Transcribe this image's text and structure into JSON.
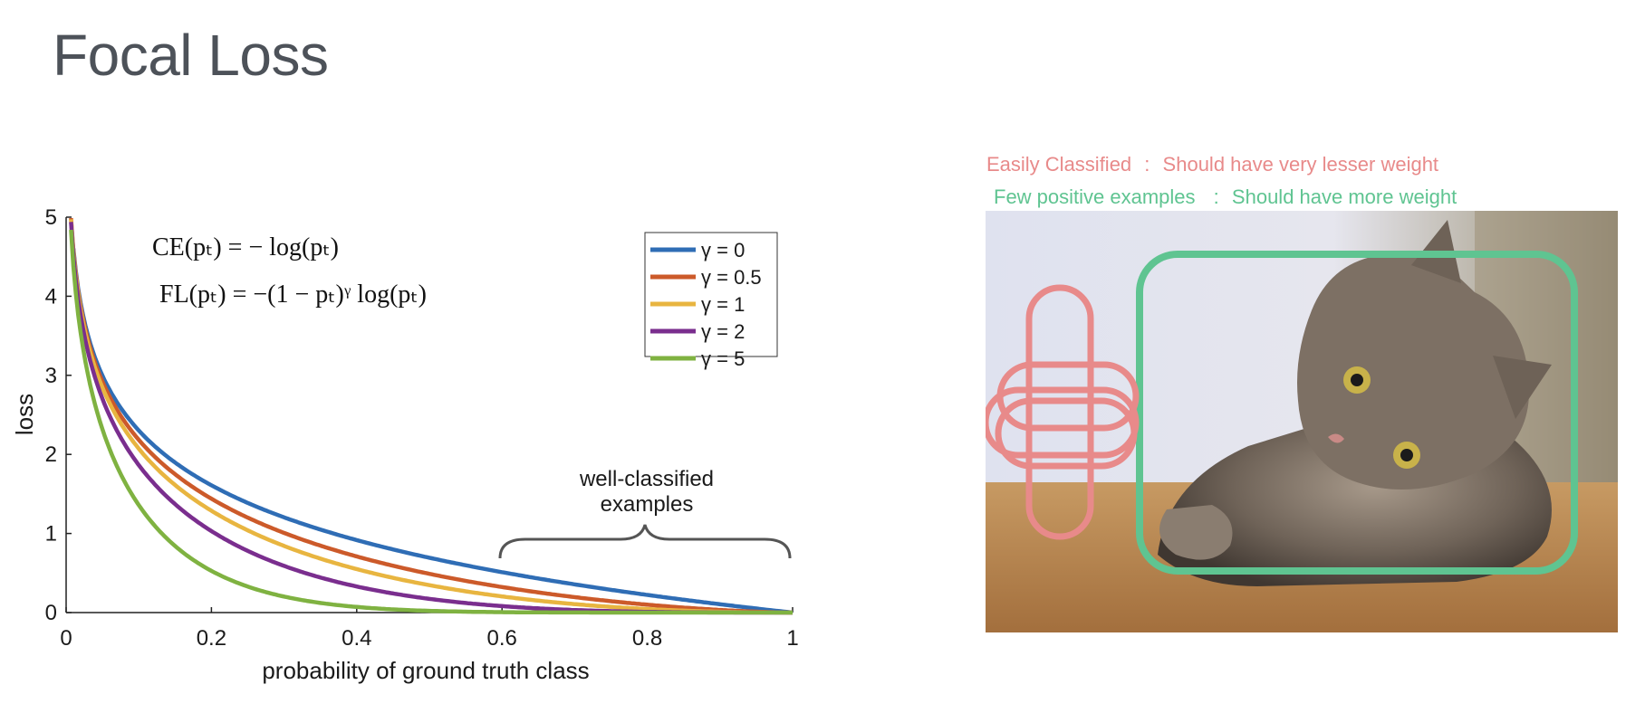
{
  "slide": {
    "title": "Focal Loss"
  },
  "formulas": {
    "ce": "CE(pₜ) = − log(pₜ)",
    "fl": "FL(pₜ) = −(1 − pₜ)ᵞ log(pₜ)"
  },
  "annotations": {
    "easy": {
      "label": "Easily Classified",
      "sep": ":",
      "desc": "Should have very lesser weight"
    },
    "few": {
      "label": "Few positive examples",
      "sep": ":",
      "desc": "Should have more weight"
    }
  },
  "brace_label": [
    "well-classified",
    "examples"
  ],
  "colors": {
    "title": "#4d5259",
    "easy": "#e88a8a",
    "few": "#5fc491"
  },
  "chart_data": {
    "type": "line",
    "xlabel": "probability of ground truth class",
    "ylabel": "loss",
    "xlim": [
      0,
      1
    ],
    "ylim": [
      0,
      5
    ],
    "xticks": [
      "0",
      "0.2",
      "0.4",
      "0.6",
      "0.8",
      "1"
    ],
    "yticks": [
      "0",
      "1",
      "2",
      "3",
      "4",
      "5"
    ],
    "legend_position": "top-right",
    "series": [
      {
        "name": "γ = 0",
        "gamma": 0,
        "color": "#2f6db5"
      },
      {
        "name": "γ = 0.5",
        "gamma": 0.5,
        "color": "#cc5a2a"
      },
      {
        "name": "γ = 1",
        "gamma": 1,
        "color": "#e8b540"
      },
      {
        "name": "γ = 2",
        "gamma": 2,
        "color": "#7a2e8e"
      },
      {
        "name": "γ = 5",
        "gamma": 5,
        "color": "#7fb241"
      }
    ]
  }
}
